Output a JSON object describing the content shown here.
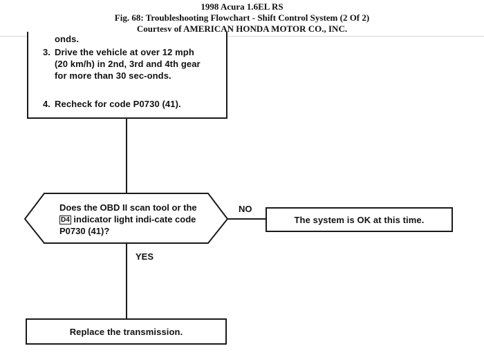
{
  "header": {
    "line1": "1998 Acura 1.6EL RS",
    "line2": "Fig. 68: Troubleshooting Flowchart - Shift Control System (2 Of 2)",
    "line3": "Courtesy of AMERICAN HONDA MOTOR CO., INC."
  },
  "steps_box": {
    "continued": "onds.",
    "steps": [
      {
        "num": "3.",
        "text": "Drive the vehicle at over 12 mph (20 km/h) in 2nd, 3rd and 4th gear for more than 30 sec-onds."
      },
      {
        "num": "4.",
        "text": "Recheck for code P0730 (41)."
      }
    ]
  },
  "decision": {
    "text_before_icon": "Does the OBD II scan tool or the",
    "icon_text": "D4",
    "text_after_icon": "indicator light indi-cate code P0730 (41)?"
  },
  "branches": {
    "no": "NO",
    "yes": "YES"
  },
  "result_no": "The system is OK at this time.",
  "result_yes": "Replace the transmission."
}
